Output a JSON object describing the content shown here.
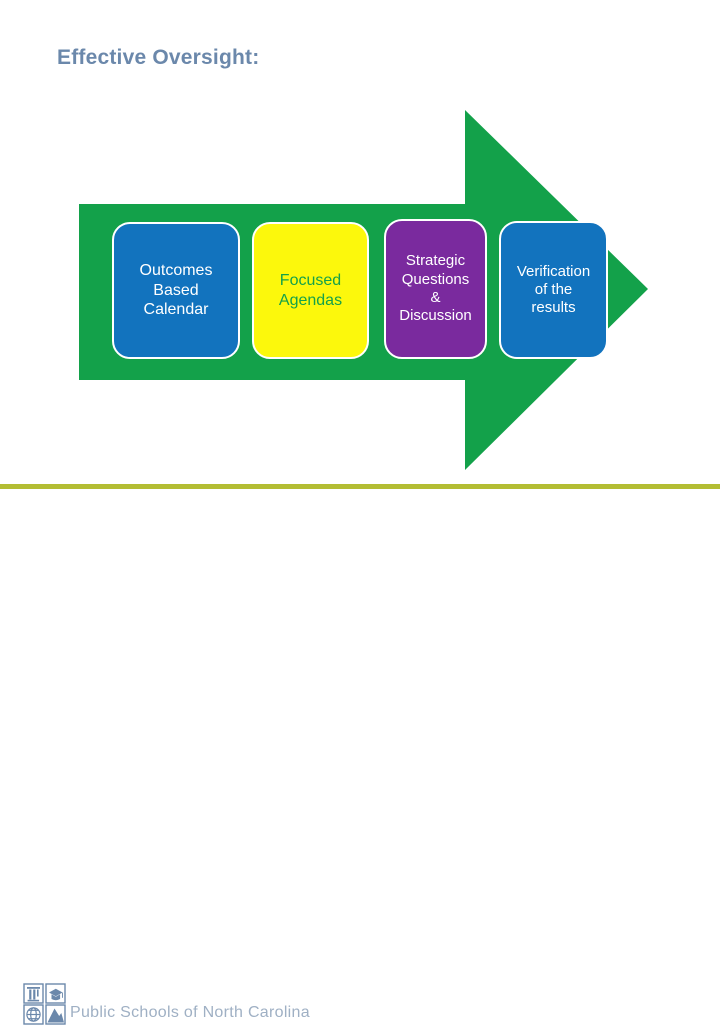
{
  "slide": {
    "title": "Effective Oversight:",
    "title_color": "#6b88ab",
    "background_color": "#ffffff"
  },
  "diagram": {
    "type": "process-arrow",
    "arrow": {
      "name": "green-process-arrow",
      "color": "#13a14a",
      "direction": "right"
    },
    "steps": [
      {
        "index": 1,
        "label": "Outcomes\nBased\nCalendar",
        "fill_color": "#1273be",
        "text_color": "#ffffff",
        "border_color": "#ffffff"
      },
      {
        "index": 2,
        "label": "Focused\nAgendas",
        "fill_color": "#fcf80c",
        "text_color": "#14a14a",
        "border_color": "#ffffff"
      },
      {
        "index": 3,
        "label": "Strategic\nQuestions\n&\nDiscussion",
        "fill_color": "#7a2a9e",
        "text_color": "#ffffff",
        "border_color": "#ffffff"
      },
      {
        "index": 4,
        "label": "Verification\nof the\nresults",
        "fill_color": "#1273be",
        "text_color": "#ffffff",
        "border_color": "#ffffff"
      }
    ]
  },
  "footer": {
    "rule_color": "#b3bd33",
    "organization": "Public Schools of North Carolina",
    "organization_color": "#9fb0c4",
    "logo": {
      "name": "public-schools-nc-logo",
      "color": "#6b88ab",
      "quadrants": [
        "column-icon",
        "graduation-cap-icon",
        "globe-icon",
        "mountain-figure-icon"
      ]
    }
  }
}
